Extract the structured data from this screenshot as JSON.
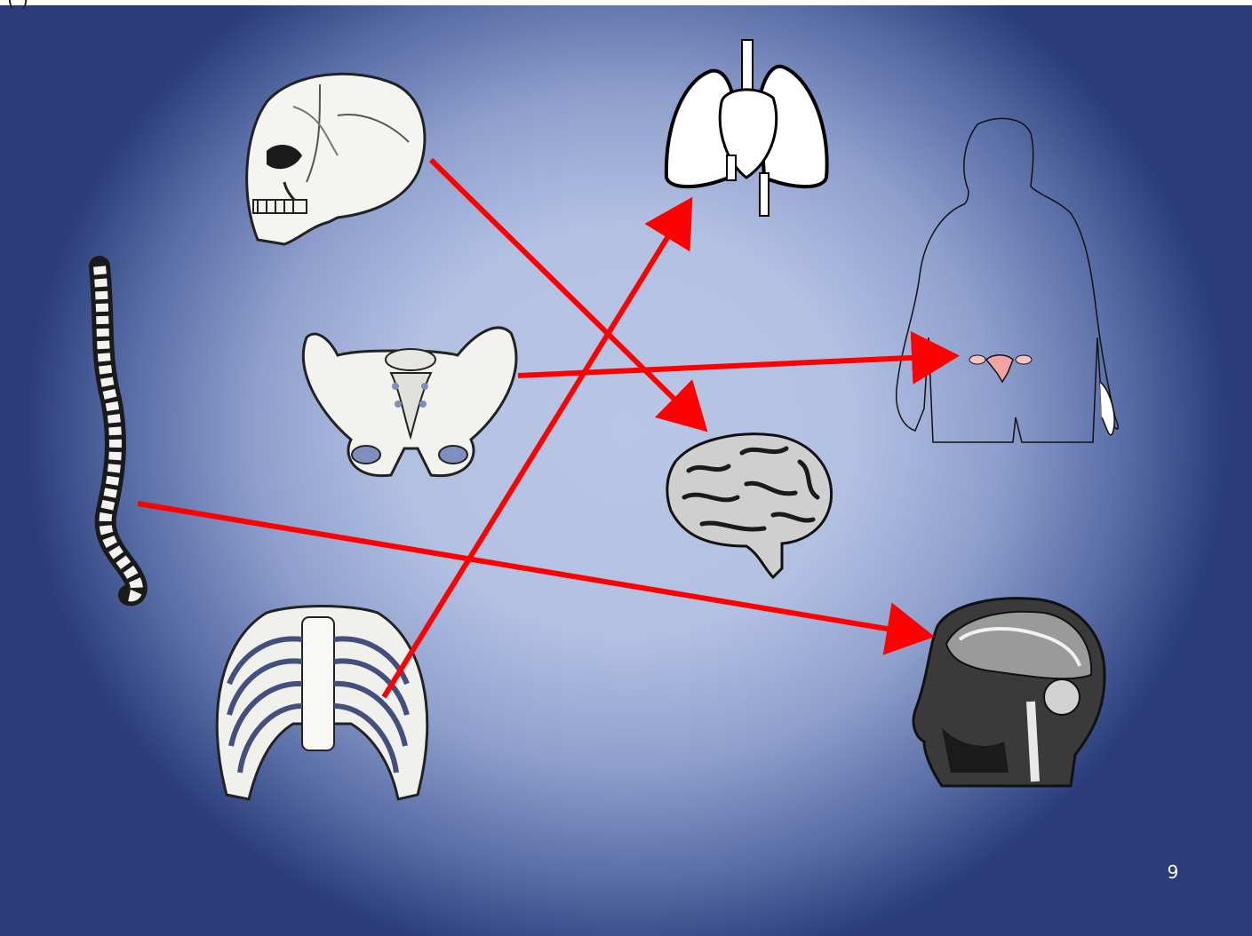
{
  "slide": {
    "header_fragment": "( )",
    "page_number": "9"
  },
  "diagram": {
    "nodes": [
      {
        "id": "skull",
        "icon": "skull-icon",
        "column": "left"
      },
      {
        "id": "pelvis",
        "icon": "pelvis-icon",
        "column": "left"
      },
      {
        "id": "spine",
        "icon": "spine-icon",
        "column": "left"
      },
      {
        "id": "ribcage",
        "icon": "ribcage-icon",
        "column": "left"
      },
      {
        "id": "lungs-heart",
        "icon": "lungs-heart-icon",
        "column": "right"
      },
      {
        "id": "brain",
        "icon": "brain-icon",
        "column": "right"
      },
      {
        "id": "female-reproductive",
        "icon": "female-body-uterus-icon",
        "column": "right"
      },
      {
        "id": "head-cross-section",
        "icon": "head-sagittal-section-icon",
        "column": "right"
      }
    ],
    "edges": [
      {
        "from": "skull",
        "to": "brain"
      },
      {
        "from": "ribcage",
        "to": "lungs-heart"
      },
      {
        "from": "pelvis",
        "to": "female-reproductive"
      },
      {
        "from": "spine",
        "to": "head-cross-section"
      }
    ],
    "arrow_color": "#ff0000"
  }
}
